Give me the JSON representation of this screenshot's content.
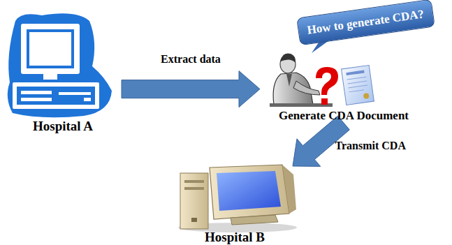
{
  "diagram": {
    "nodes": [
      {
        "text": [
          "Hospital A"
        ]
      },
      {
        "text": [
          "Generate CDA Document"
        ]
      },
      {
        "text": [
          "How to generate CDA?"
        ]
      },
      {
        "text": [
          "Hospital B"
        ]
      }
    ],
    "edges": [
      {
        "from": 0,
        "to": 1,
        "label": "Extract data",
        "arrow": "to"
      },
      {
        "from": 1,
        "to": 3,
        "label": "Transmit CDA",
        "arrow": "to"
      }
    ]
  }
}
